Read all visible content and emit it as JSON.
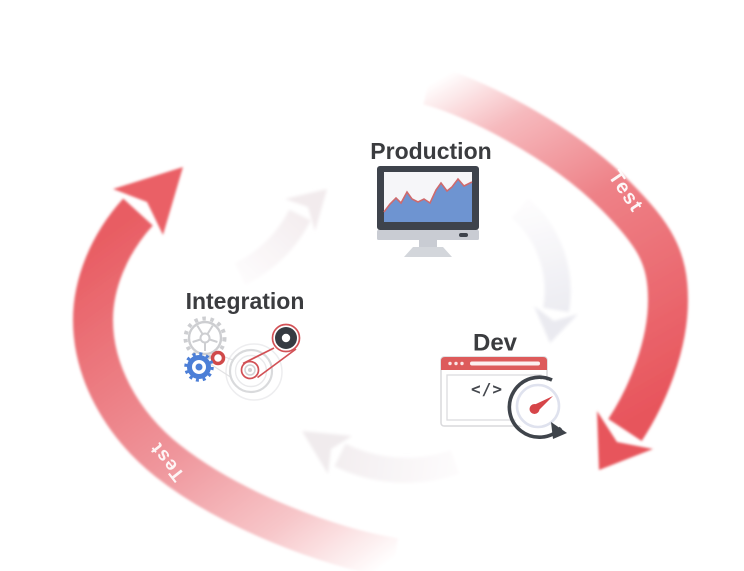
{
  "diagram": {
    "type": "devops-cycle",
    "nodes": {
      "production": {
        "label": "Production",
        "icon": "monitor-area-chart-icon"
      },
      "integration": {
        "label": "Integration",
        "icon": "gears-belt-icon"
      },
      "dev": {
        "label": "Dev",
        "icon": "browser-code-icon",
        "code_symbol": "</>",
        "gauge_icon": "speedometer-refresh-icon"
      }
    },
    "cycle_labels": {
      "right": "Test",
      "left": "Test"
    },
    "colors": {
      "background": "#ffffff",
      "arrow_red": "#e7545b",
      "arrow_pink_mid": "#ef8f94",
      "faint_inner_arrow": "#f1edf0",
      "node_label": "#3b3c3f",
      "test_label": "#ffffff",
      "monitor_frame": "#3e434c",
      "monitor_bezel": "#c9ccd3",
      "chart_fill_blue": "#6e94d1",
      "chart_line_red": "#cf6a6d",
      "browser_bar_red": "#dd5b5b",
      "browser_border": "#d9d9dc",
      "code_text": "#44474d",
      "gauge_ring": "#dfe2ee",
      "gauge_arrow_dark": "#3f444b",
      "needle_red": "#d64549",
      "gear_gray": "#cdced1",
      "gear_blue": "#4c7fd7",
      "belt_red": "#d25156",
      "pulley_dark": "#363b42"
    }
  }
}
